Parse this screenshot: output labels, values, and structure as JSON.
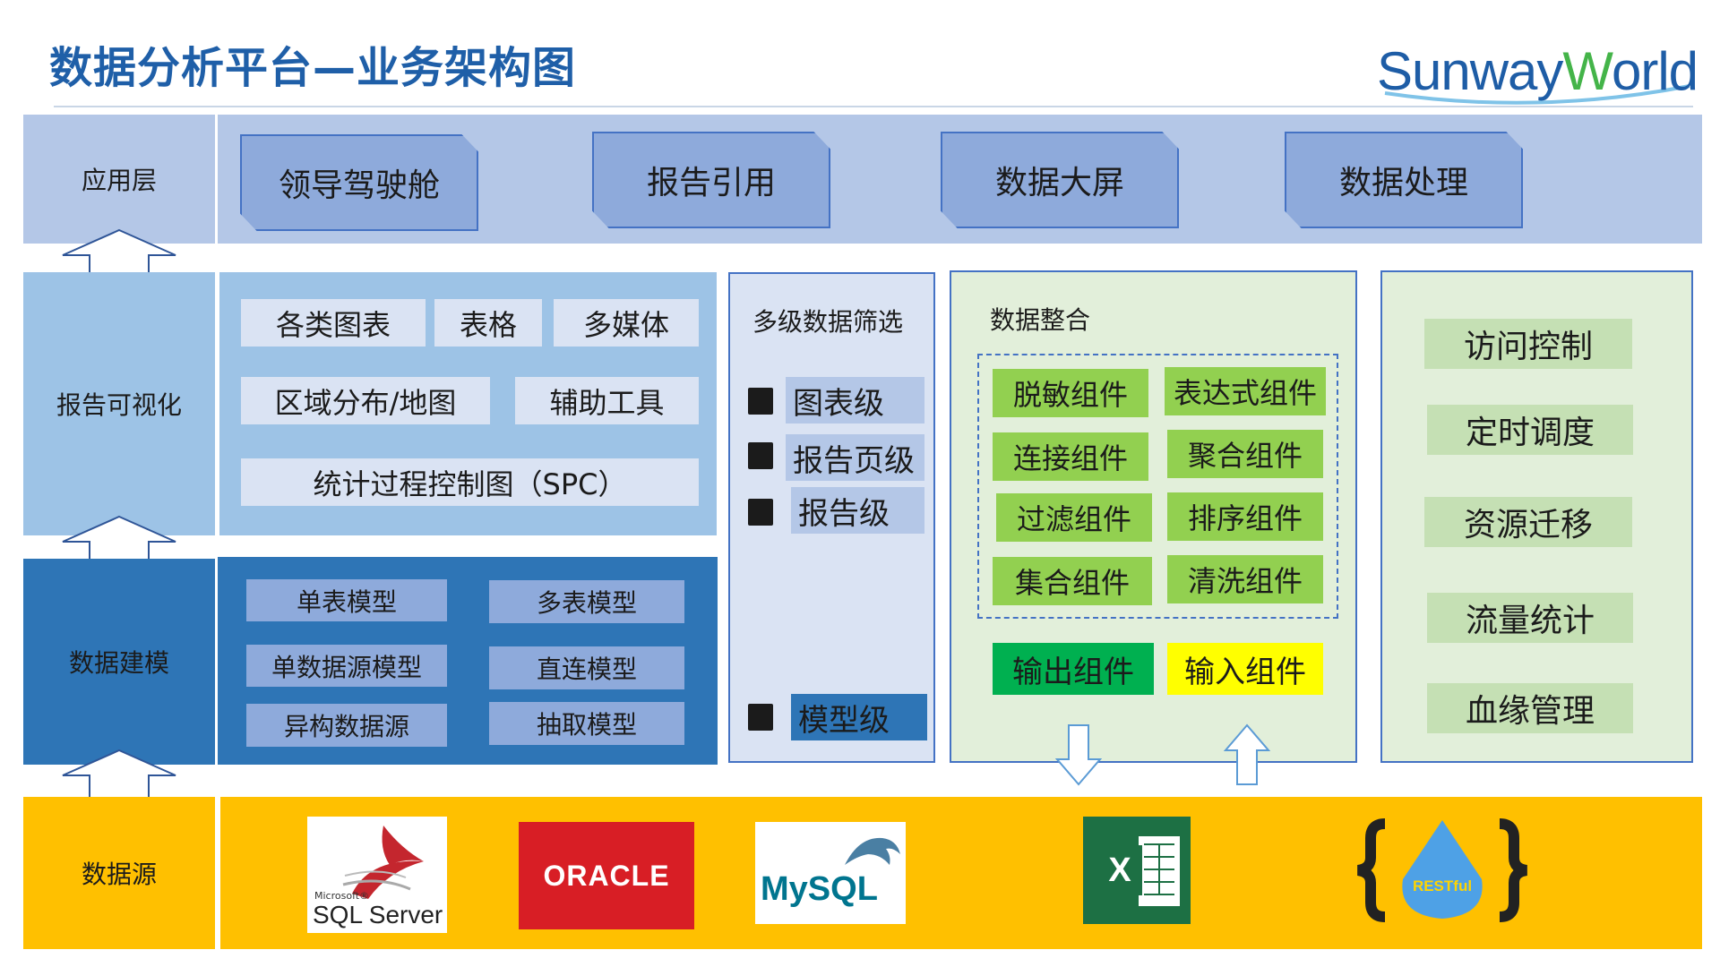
{
  "header": {
    "title": "数据分析平台—业务架构图",
    "logo": {
      "part1": "Sunway",
      "part2": "W",
      "part3": "orld"
    }
  },
  "layers": {
    "application": "应用层",
    "visualization": "报告可视化",
    "modeling": "数据建模",
    "datasource": "数据源"
  },
  "application_items": [
    "领导驾驶舱",
    "报告引用",
    "数据大屏",
    "数据处理"
  ],
  "visualization_items": {
    "row1": [
      "各类图表",
      "表格",
      "多媒体"
    ],
    "row2": [
      "区域分布/地图",
      "辅助工具"
    ],
    "row3": "统计过程控制图（SPC）"
  },
  "filter_panel": {
    "title": "多级数据筛选",
    "levels": [
      "图表级",
      "报告页级",
      "报告级",
      "模型级"
    ]
  },
  "modeling_items": [
    "单表模型",
    "多表模型",
    "单数据源模型",
    "直连模型",
    "异构数据源",
    "抽取模型"
  ],
  "integration": {
    "title": "数据整合",
    "components": [
      "脱敏组件",
      "表达式组件",
      "连接组件",
      "聚合组件",
      "过滤组件",
      "排序组件",
      "集合组件",
      "清洗组件"
    ],
    "output": "输出组件",
    "input": "输入组件"
  },
  "management_items": [
    "访问控制",
    "定时调度",
    "资源迁移",
    "流量统计",
    "血缘管理"
  ],
  "datasource_logos": {
    "sqlserver_small": "Microsoft®",
    "sqlserver": "SQL Server",
    "oracle": "ORACLE",
    "mysql": "MySQL",
    "excel": "X",
    "restful": "RESTful"
  },
  "colors": {
    "title": "#1f5fa8",
    "app_bg": "#b4c7e7",
    "app_button": "#8eaadb",
    "vis_bg": "#9dc3e6",
    "model_bg": "#2e75b6",
    "green_panel": "#e2efda",
    "green_item": "#92d050",
    "output": "#00b050",
    "input": "#ffff00",
    "datasource_bg": "#ffc000",
    "oracle_red": "#d81e25",
    "excel_green": "#1d7044"
  },
  "icons": [
    "filter-icon",
    "up-arrow-icon",
    "down-arrow-icon"
  ]
}
